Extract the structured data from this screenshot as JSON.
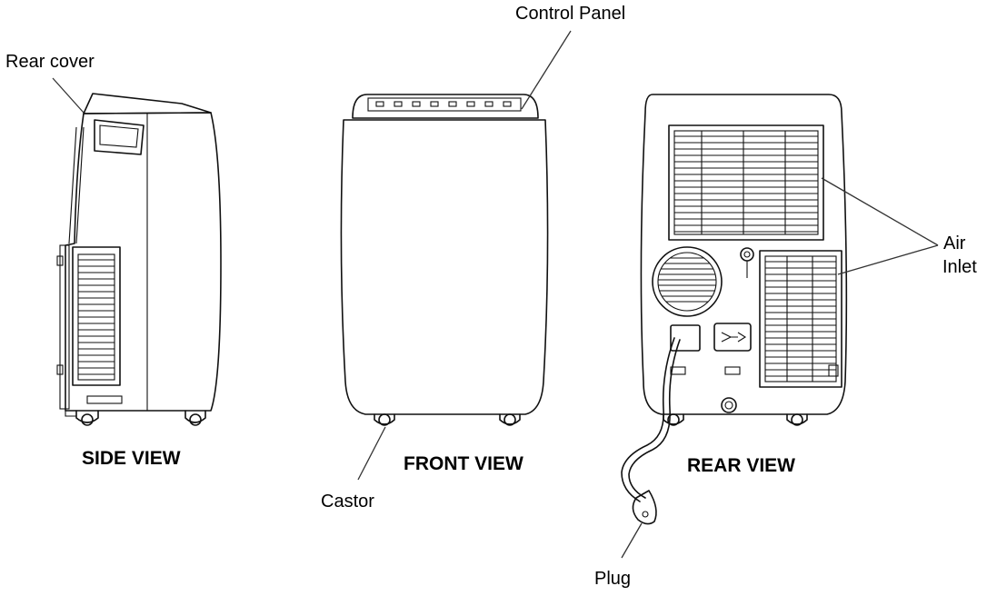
{
  "labels": {
    "control_panel": "Control Panel",
    "rear_cover": "Rear cover",
    "air": "Air",
    "inlet": "Inlet",
    "castor": "Castor",
    "plug": "Plug"
  },
  "captions": {
    "side_view": "SIDE VIEW",
    "front_view": "FRONT VIEW",
    "rear_view": "REAR VIEW"
  },
  "colors": {
    "line": "#111111",
    "background": "#ffffff"
  }
}
